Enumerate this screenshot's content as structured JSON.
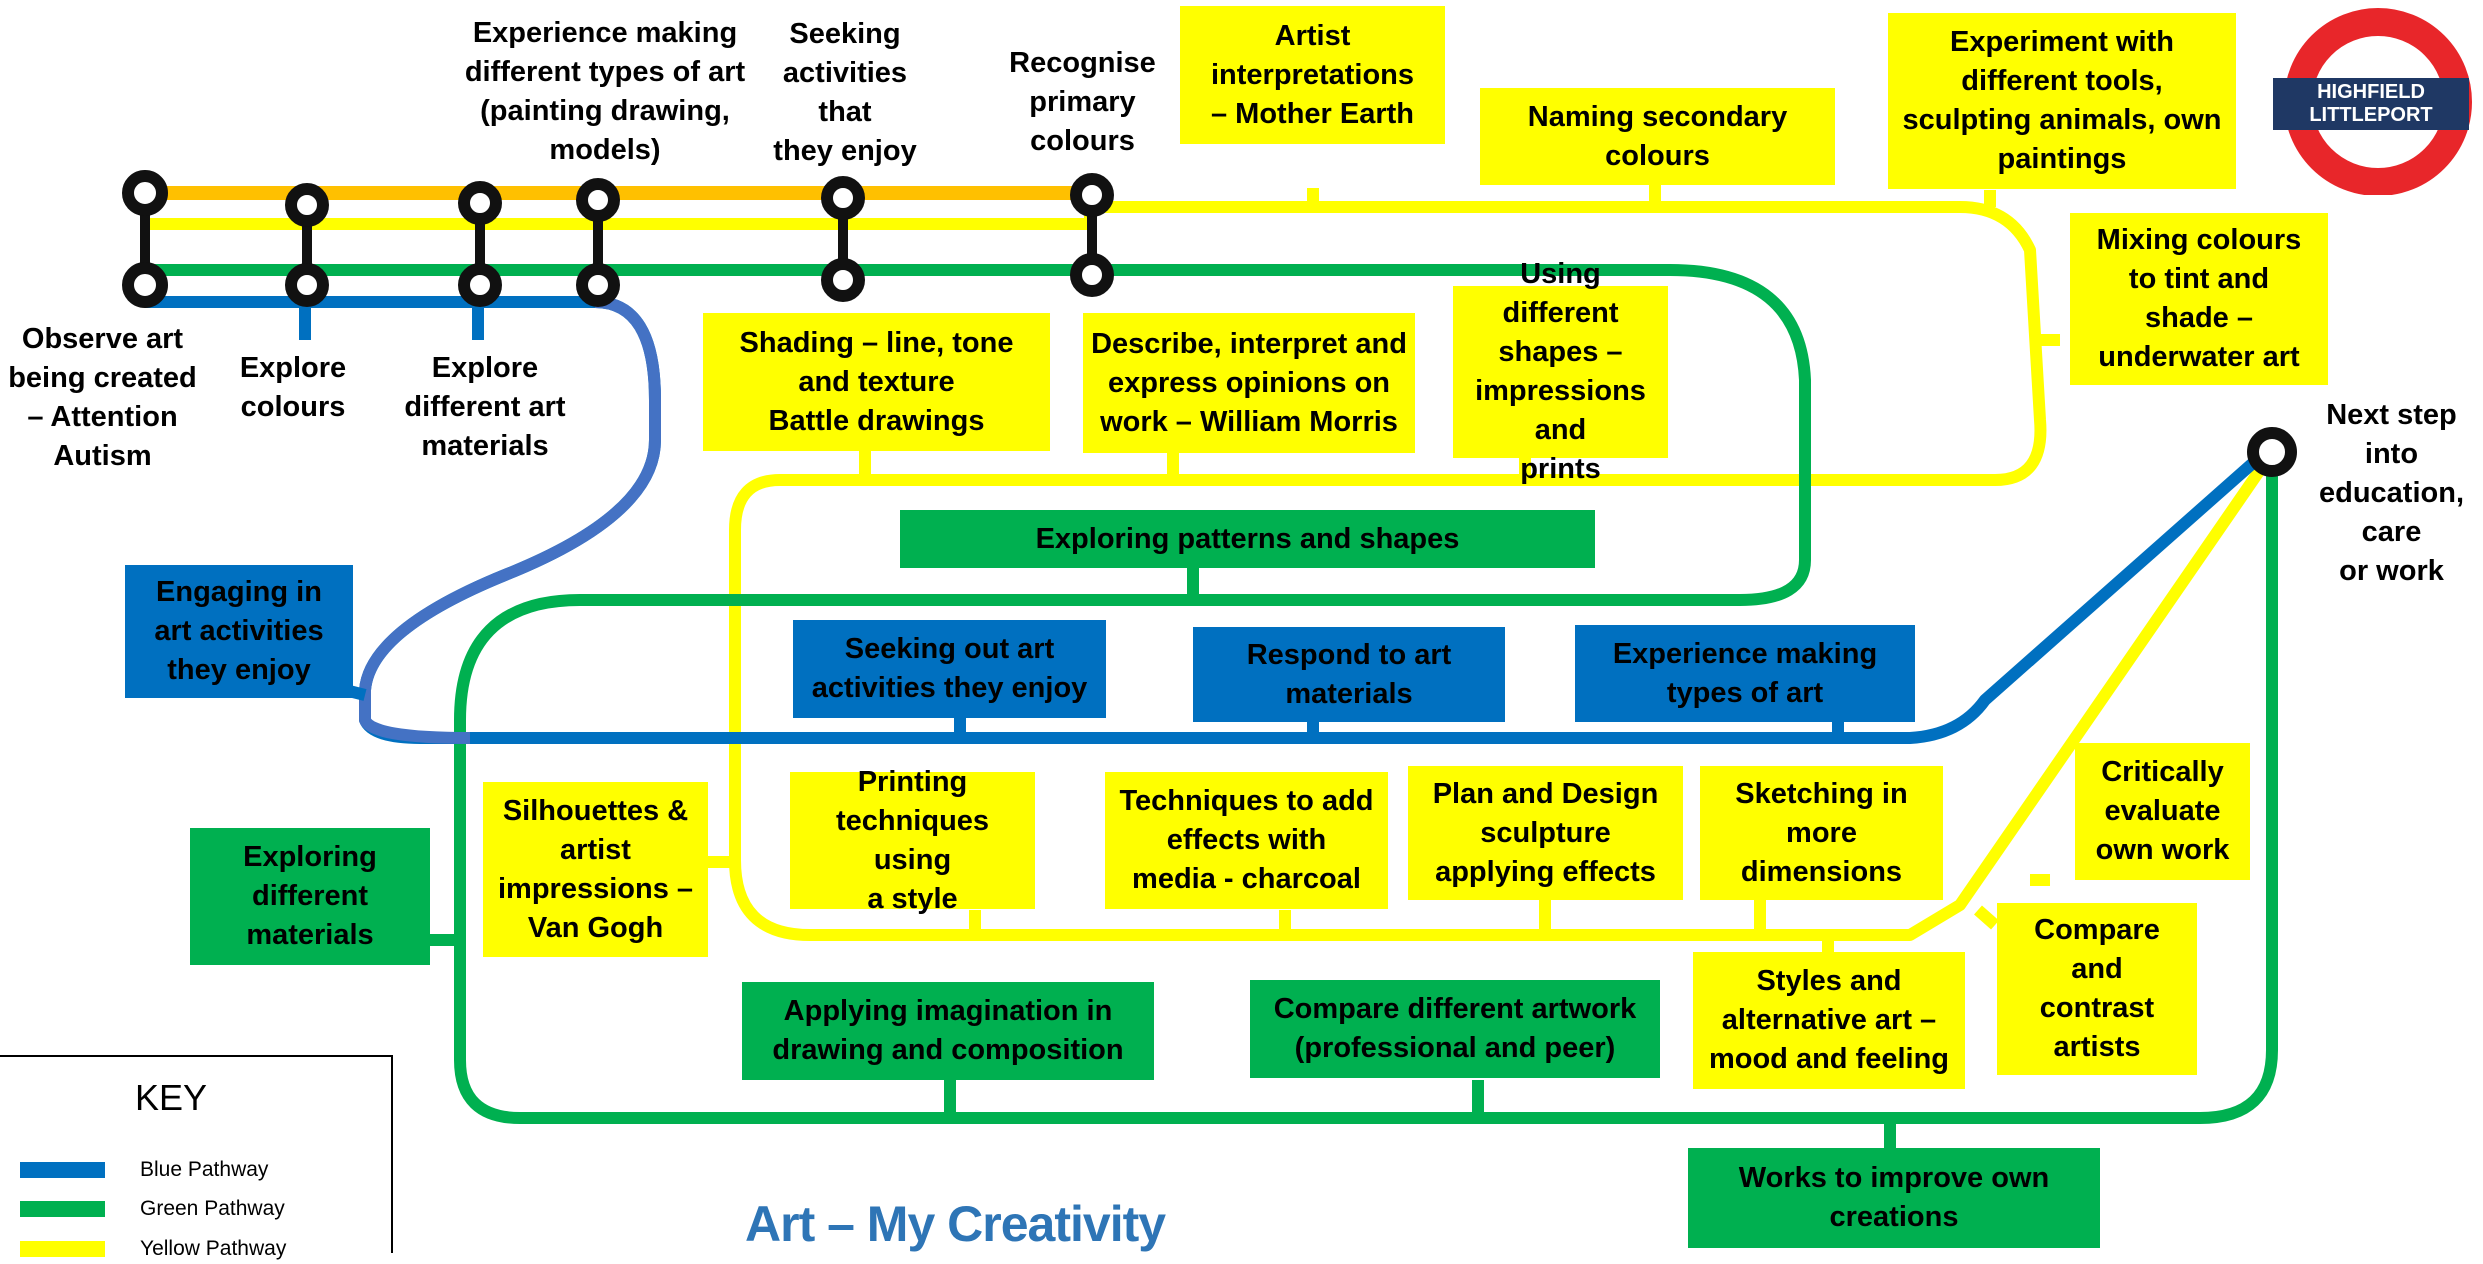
{
  "title": "Art – My Creativity",
  "logo": {
    "line1": "HIGHFIELD",
    "line2": "LITTLEPORT"
  },
  "colors": {
    "blue": "#0070c0",
    "blue_light": "#4472c4",
    "green": "#00b050",
    "yellow": "#ffff00",
    "orange": "#ffc000",
    "logo_red": "#e8262a",
    "logo_navy": "#1f3864"
  },
  "key": {
    "title": "KEY",
    "items": [
      {
        "label": "Blue Pathway",
        "color": "#0070c0"
      },
      {
        "label": "Green Pathway",
        "color": "#00b050"
      },
      {
        "label": "Yellow Pathway",
        "color": "#ffff00"
      }
    ]
  },
  "stations": {
    "observe": "Observe art\nbeing created\n– Attention\nAutism",
    "explore_colours": "Explore\ncolours",
    "explore_materials": "Explore\ndifferent art\nmaterials",
    "experience_making_top": "Experience making\ndifferent types of art\n(painting drawing,\nmodels)",
    "seeking_activities": "Seeking\nactivities that\nthey enjoy",
    "recognise_primary": "Recognise\nprimary\ncolours",
    "artist_interpretations": "Artist\ninterpretations\n– Mother Earth",
    "naming_secondary": "Naming secondary\ncolours",
    "experiment_tools": "Experiment with\ndifferent tools,\nsculpting animals, own\npaintings",
    "mixing_colours": "Mixing colours\nto tint and\nshade –\nunderwater art",
    "shading": "Shading – line, tone\nand texture\nBattle drawings",
    "describe_interpret": "Describe, interpret and\nexpress opinions on\nwork – William Morris",
    "using_shapes": "Using different\nshapes –\nimpressions and\nprints",
    "exploring_patterns": "Exploring patterns and shapes",
    "engaging": "Engaging in\nart activities\nthey enjoy",
    "seeking_out": "Seeking out art\nactivities they enjoy",
    "respond_materials": "Respond to art\nmaterials",
    "experience_types": "Experience making\ntypes of art",
    "next_step": "Next step\ninto\neducation,\ncare\nor work",
    "silhouettes": "Silhouettes &\nartist\nimpressions –\nVan Gogh",
    "printing": "Printing\ntechniques using\na style",
    "techniques_effects": "Techniques to add\neffects with\nmedia - charcoal",
    "plan_design": "Plan and Design\nsculpture\napplying effects",
    "sketching": "Sketching in\nmore\ndimensions",
    "critically_evaluate": "Critically\nevaluate\nown work",
    "exploring_materials": "Exploring\ndifferent\nmaterials",
    "applying_imagination": "Applying imagination in\ndrawing and composition",
    "compare_artwork": "Compare different artwork\n(professional and peer)",
    "styles_alternative": "Styles and\nalternative art –\nmood and feeling",
    "compare_contrast": "Compare\nand\ncontrast\nartists",
    "works_improve": "Works to improve own\ncreations"
  }
}
